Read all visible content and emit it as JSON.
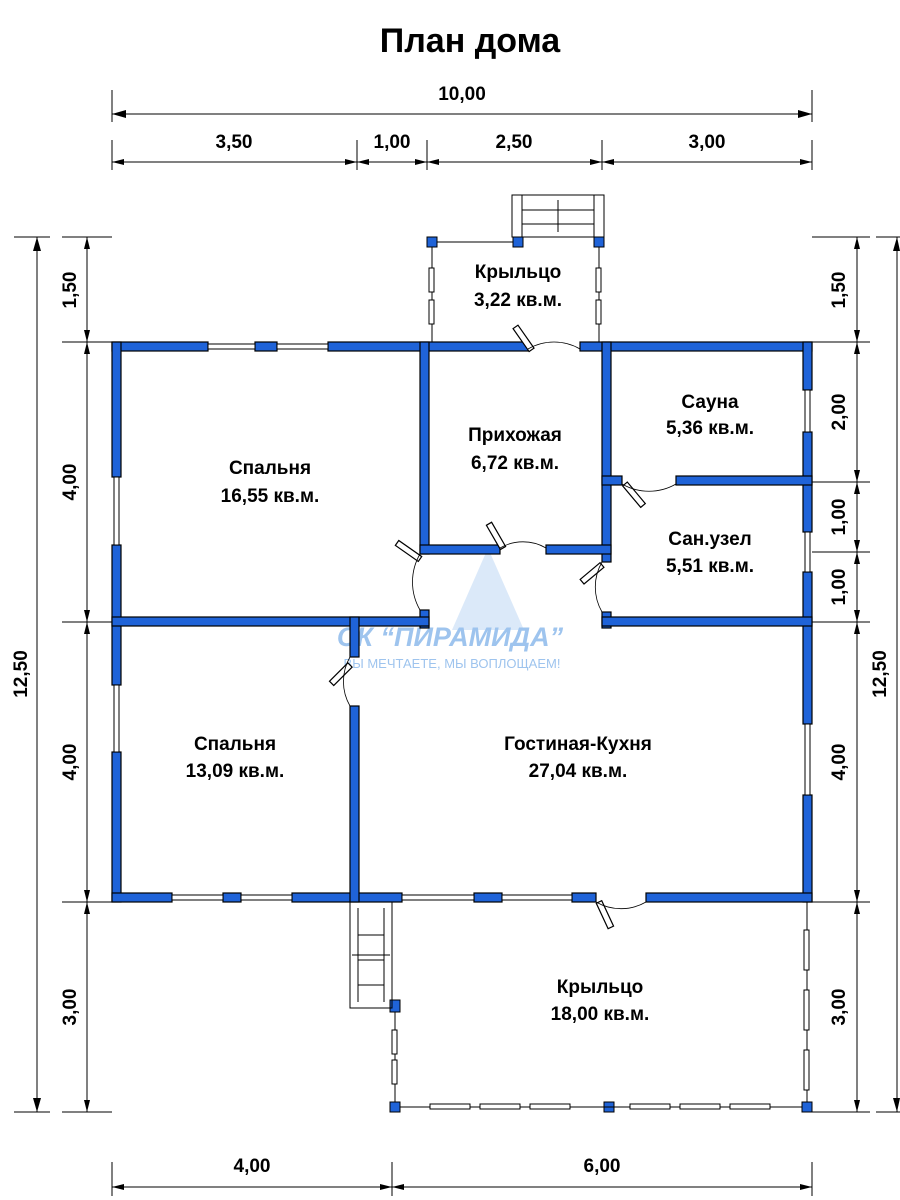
{
  "title": "План дома",
  "dimensions": {
    "top_total": "10,00",
    "top_segments": [
      "3,50",
      "1,00",
      "2,50",
      "3,00"
    ],
    "left_total": "12,50",
    "left_segments": [
      "1,50",
      "4,00",
      "4,00",
      "3,00"
    ],
    "right_total": "12,50",
    "right_segments": [
      "1,50",
      "2,00",
      "1,00",
      "1,00",
      "4,00",
      "3,00"
    ],
    "bottom_segments": [
      "4,00",
      "6,00"
    ]
  },
  "rooms": [
    {
      "name": "Крыльцо",
      "area": "3,22 кв.м."
    },
    {
      "name": "Спальня",
      "area": "16,55 кв.м."
    },
    {
      "name": "Прихожая",
      "area": "6,72 кв.м."
    },
    {
      "name": "Сауна",
      "area": "5,36 кв.м."
    },
    {
      "name": "Сан.узел",
      "area": "5,51 кв.м."
    },
    {
      "name": "Спальня",
      "area": "13,09 кв.м."
    },
    {
      "name": "Гостиная-Кухня",
      "area": "27,04 кв.м."
    },
    {
      "name": "Крыльцо",
      "area": "18,00 кв.м."
    }
  ],
  "watermark": {
    "name": "СК “ПИРАМИДА”",
    "slogan": "ВЫ МЕЧТАЕТЕ, МЫ ВОПЛОЩАЕМ!"
  }
}
